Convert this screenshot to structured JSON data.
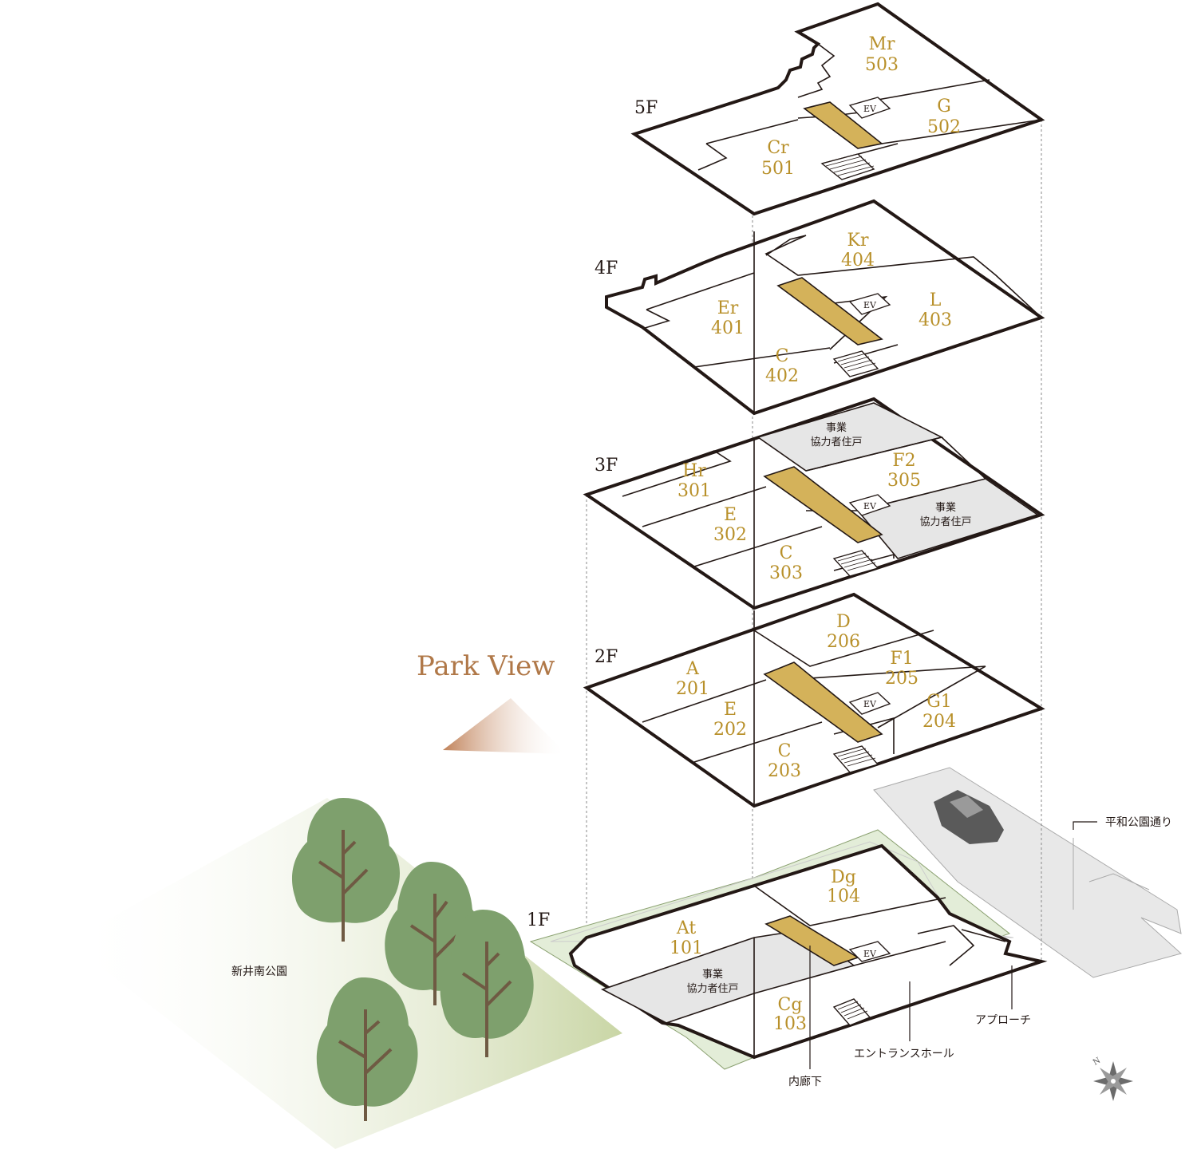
{
  "park_view": "Park View",
  "park_name": "新井南公園",
  "street": "平和公園通り",
  "floors": {
    "f5": {
      "label": "5F",
      "units": [
        {
          "code": "Mr",
          "num": "503"
        },
        {
          "code": "G",
          "num": "502"
        },
        {
          "code": "Cr",
          "num": "501"
        }
      ],
      "ev": "EV"
    },
    "f4": {
      "label": "4F",
      "units": [
        {
          "code": "Kr",
          "num": "404"
        },
        {
          "code": "Er",
          "num": "401"
        },
        {
          "code": "L",
          "num": "403"
        },
        {
          "code": "C",
          "num": "402"
        }
      ],
      "ev": "EV"
    },
    "f3": {
      "label": "3F",
      "units": [
        {
          "code": "Hr",
          "num": "301"
        },
        {
          "code": "F2",
          "num": "305"
        },
        {
          "code": "E",
          "num": "302"
        },
        {
          "code": "C",
          "num": "303"
        }
      ],
      "ev": "EV",
      "partner_1a": "事業",
      "partner_1b": "協力者住戸",
      "partner_2a": "事業",
      "partner_2b": "協力者住戸"
    },
    "f2": {
      "label": "2F",
      "units": [
        {
          "code": "D",
          "num": "206"
        },
        {
          "code": "A",
          "num": "201"
        },
        {
          "code": "F1",
          "num": "205"
        },
        {
          "code": "E",
          "num": "202"
        },
        {
          "code": "G1",
          "num": "204"
        },
        {
          "code": "C",
          "num": "203"
        }
      ],
      "ev": "EV"
    },
    "f1": {
      "label": "1F",
      "units": [
        {
          "code": "Dg",
          "num": "104"
        },
        {
          "code": "At",
          "num": "101"
        },
        {
          "code": "Cg",
          "num": "103"
        }
      ],
      "ev": "EV",
      "partner_a": "事業",
      "partner_b": "協力者住戸"
    }
  },
  "callouts": {
    "corridor": "内廊下",
    "entrance": "エントランスホール",
    "approach": "アプローチ"
  },
  "compass": "N",
  "colors": {
    "unit_text": "#b8902a",
    "corridor": "#d4b25a",
    "tree": "#7ea06d",
    "park_ground": "#c9d6a8",
    "partner_fill": "#e6e6e6"
  }
}
